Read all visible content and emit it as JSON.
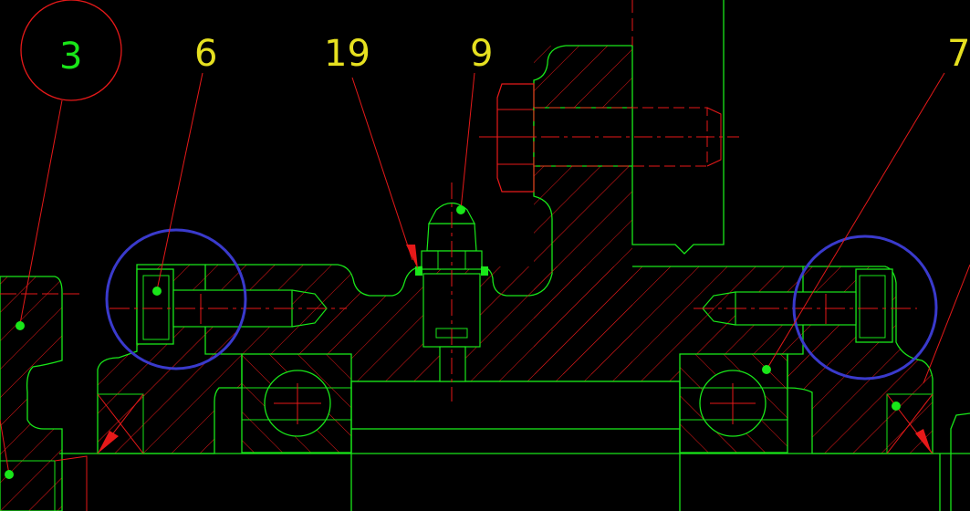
{
  "drawing": {
    "part_labels": [
      {
        "id": "balloon-3",
        "text": "3",
        "color": "#19e619",
        "circled": true
      },
      {
        "id": "label-6",
        "text": "6",
        "color": "#e6e020",
        "circled": false
      },
      {
        "id": "label-19",
        "text": "19",
        "color": "#e6e020",
        "circled": false
      },
      {
        "id": "label-9",
        "text": "9",
        "color": "#e6e020",
        "circled": false
      },
      {
        "id": "label-7",
        "text": "7",
        "color": "#e6e020",
        "circled": false
      }
    ],
    "colors": {
      "background": "#000000",
      "outline": "#19e619",
      "hatch_and_centerline": "#e61919",
      "highlight_circle": "#3a3acc",
      "label_yellow": "#e6e020",
      "node_dot": "#19e619"
    },
    "highlight_circles": 2
  }
}
